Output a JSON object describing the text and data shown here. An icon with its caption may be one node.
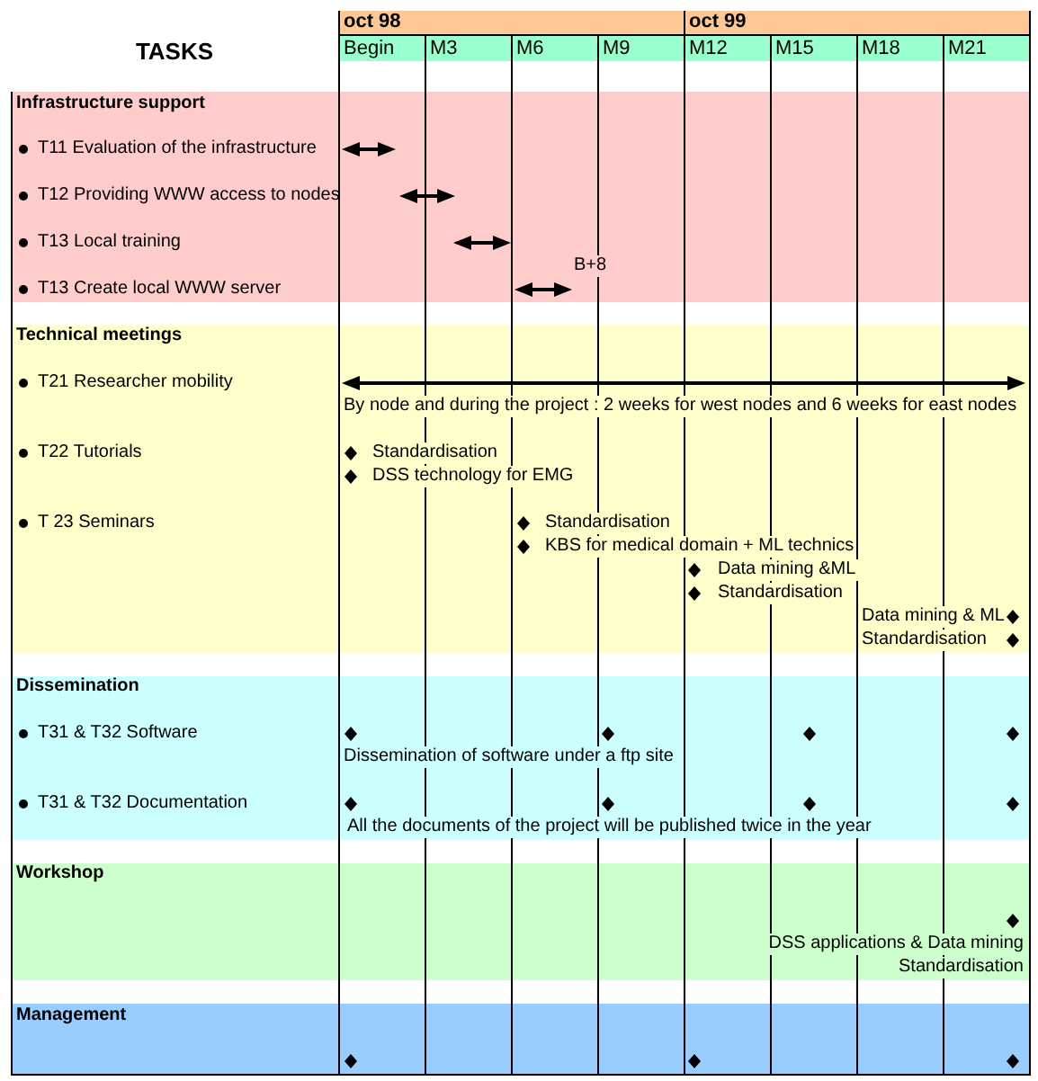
{
  "diagram": {
    "nodes": [
      {
        "text": [
          "Infrastructure support",
          "T11 Evaluation of the infrastructure",
          "T12 Providing WWW access to nodes",
          "T13 Local training",
          "T13 Create local WWW server",
          "B+8"
        ]
      },
      {
        "text": [
          "Technical meetings",
          "T21 Researcher mobility",
          "By node and during the project : 2 weeks for west nodes and 6 weeks for east nodes",
          "T22 Tutorials",
          "Standardisation",
          "DSS technology for EMG",
          "T 23 Seminars",
          "Standardisation",
          "KBS for medical domain + ML technics",
          "Data mining &ML",
          "Standardisation",
          "Data mining & ML",
          "Standardisation"
        ]
      },
      {
        "text": [
          "Dissemination",
          "T31 & T32 Software",
          "Dissemination of software under a ftp site",
          "T31 & T32 Documentation",
          "All the documents of the project will be published twice in the year"
        ]
      },
      {
        "text": [
          "Workshop",
          "DSS applications & Data mining",
          "Standardisation"
        ]
      },
      {
        "text": [
          "Management"
        ]
      }
    ],
    "labels": [
      "TASKS",
      "oct 98",
      "oct 99",
      "Begin",
      "M3",
      "M6",
      "M9",
      "M12",
      "M15",
      "M18",
      "M21"
    ]
  }
}
